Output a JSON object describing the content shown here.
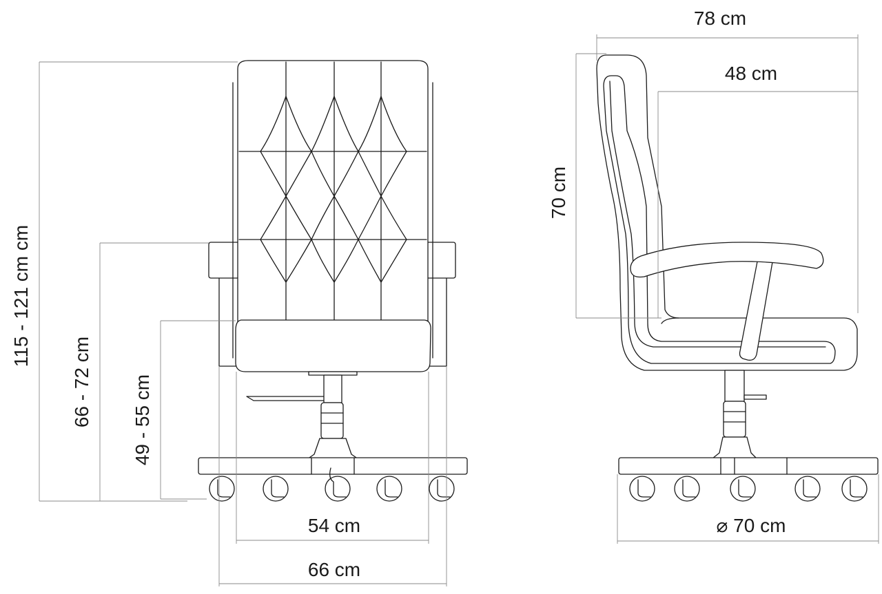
{
  "front_view": {
    "labels": {
      "total_height": "115 - 121 cm cm",
      "armrest_height": "66 - 72 cm",
      "seat_height": "49 - 55 cm",
      "seat_width": "54 cm",
      "overall_width": "66 cm"
    }
  },
  "side_view": {
    "labels": {
      "overall_depth": "78 cm",
      "seat_depth": "48 cm",
      "backrest_height": "70 cm",
      "base_diameter": "⌀ 70 cm"
    }
  }
}
